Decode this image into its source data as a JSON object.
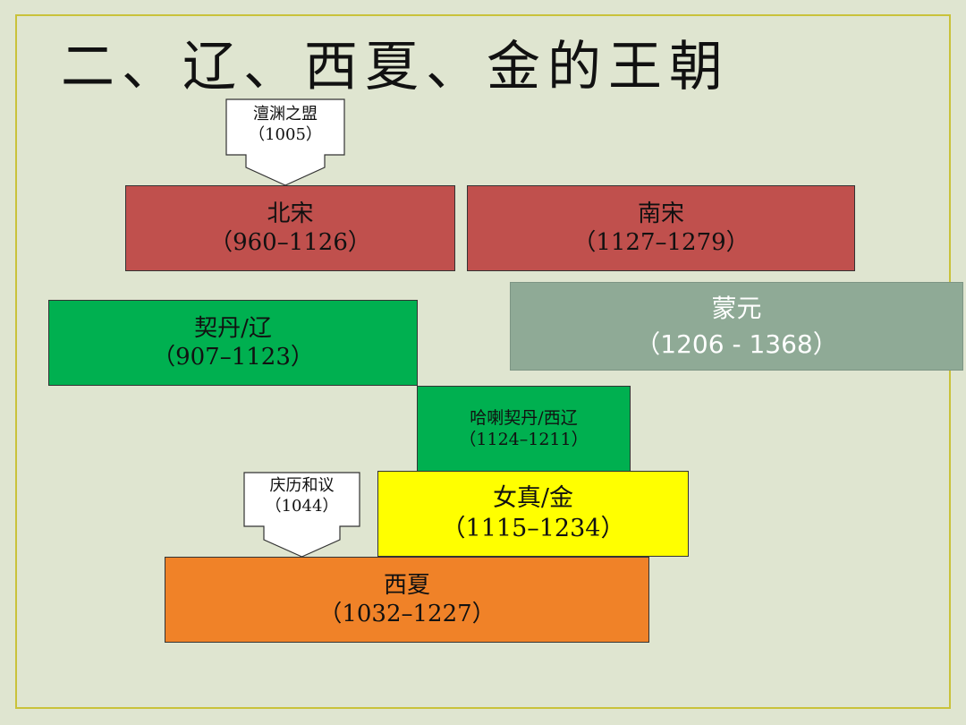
{
  "title": "二、辽、西夏、金的王朝",
  "arrows": {
    "chanyuan": {
      "name": "澶渊之盟",
      "year": "（1005）"
    },
    "qingli": {
      "name": "庆历和议",
      "year": "（1044）"
    }
  },
  "dynasties": {
    "northern_song": {
      "name": "北宋",
      "years": "（960–1126）",
      "color": "#c0504d"
    },
    "southern_song": {
      "name": "南宋",
      "years": "（1127–1279）",
      "color": "#c0504d"
    },
    "khitan_liao": {
      "name": "契丹/辽",
      "years": "（907–1123）",
      "color": "#00b050"
    },
    "mongol_yuan": {
      "name": "蒙元",
      "years": "（1206 - 1368）",
      "color": "#8faa96"
    },
    "western_liao": {
      "name": "哈喇契丹/西辽",
      "years": "（1124–1211）",
      "color": "#00b050"
    },
    "jurchen_jin": {
      "name": "女真/金",
      "years": "（1115–1234）",
      "color": "#ffff00"
    },
    "western_xia": {
      "name": "西夏",
      "years": "（1032–1227）",
      "color": "#f08228"
    }
  }
}
